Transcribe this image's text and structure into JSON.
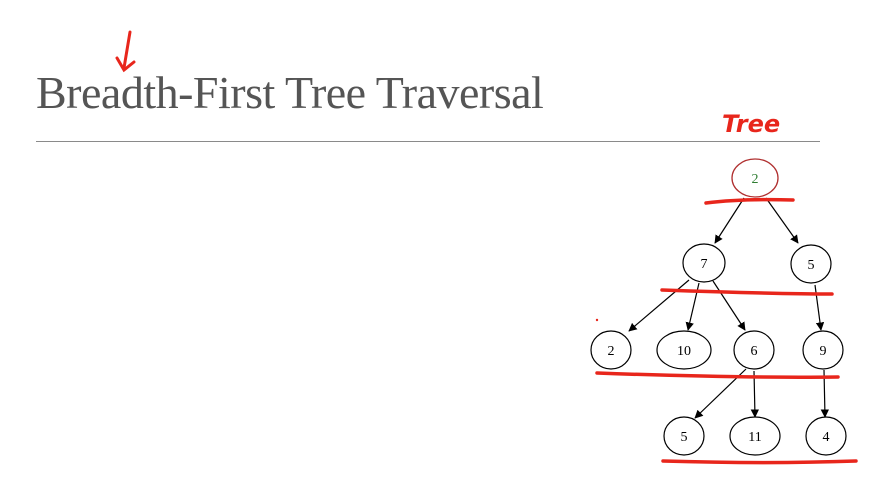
{
  "slide": {
    "title": "Breadth-First Tree Traversal"
  },
  "annotation": {
    "label": "Tree",
    "ink_color": "#e8261c"
  },
  "tree": {
    "root_stroke_color": "#b03030",
    "root_text_color": "#2e7d32",
    "nodes": [
      {
        "id": "root",
        "label": "2"
      },
      {
        "id": "l1-left",
        "label": "7"
      },
      {
        "id": "l1-right",
        "label": "5"
      },
      {
        "id": "l2-a",
        "label": "2"
      },
      {
        "id": "l2-b",
        "label": "10"
      },
      {
        "id": "l2-c",
        "label": "6"
      },
      {
        "id": "l2-d",
        "label": "9"
      },
      {
        "id": "l3-a",
        "label": "5"
      },
      {
        "id": "l3-b",
        "label": "11"
      },
      {
        "id": "l3-c",
        "label": "4"
      }
    ]
  }
}
